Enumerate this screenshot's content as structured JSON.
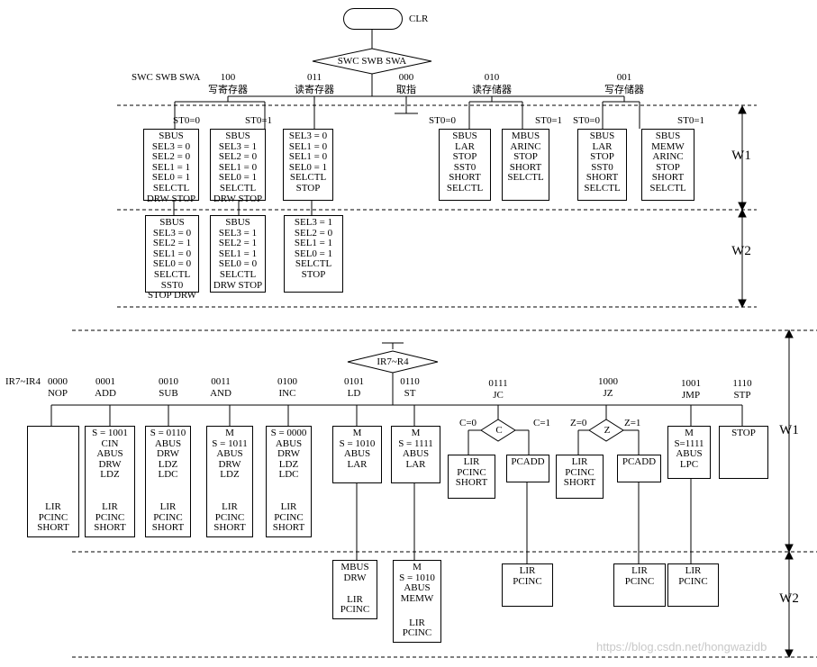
{
  "top": {
    "start_label": "CLR",
    "switch_label": "SWC SWB SWA",
    "header_label": "SWC  SWB  SWA",
    "codes": [
      {
        "code": "100",
        "name": "写寄存器"
      },
      {
        "code": "011",
        "name": "读寄存器"
      },
      {
        "code": "000",
        "name": "取指"
      },
      {
        "code": "010",
        "name": "读存储器"
      },
      {
        "code": "001",
        "name": "写存储器"
      }
    ],
    "branches": {
      "st0_0": "ST0=0",
      "st0_1": "ST0=1"
    },
    "w1_boxes": [
      [
        "SBUS",
        "SEL3 = 0",
        "SEL2 = 0",
        "SEL1 = 1",
        "SEL0 = 1",
        "SELCTL",
        "DRW STOP"
      ],
      [
        "SBUS",
        "SEL3 = 1",
        "SEL2 = 0",
        "SEL1 = 0",
        "SEL0 = 1",
        "SELCTL",
        "DRW STOP"
      ],
      [
        "SEL3 = 0",
        "SEL1 = 0",
        "SEL1 = 0",
        "SEL0 = 1",
        "SELCTL",
        "STOP"
      ],
      [
        "SBUS",
        "LAR",
        "STOP",
        "SST0",
        "SHORT",
        "SELCTL"
      ],
      [
        "MBUS",
        "ARINC",
        "STOP",
        "SHORT",
        "SELCTL"
      ],
      [
        "SBUS",
        "LAR",
        "STOP",
        "SST0",
        "SHORT",
        "SELCTL"
      ],
      [
        "SBUS",
        "MEMW",
        "ARINC",
        "STOP",
        "SHORT",
        "SELCTL"
      ]
    ],
    "w2_boxes": [
      [
        "SBUS",
        "SEL3 = 0",
        "SEL2 = 1",
        "SEL1 = 0",
        "SEL0 = 0",
        "SELCTL",
        "SST0",
        "STOP DRW"
      ],
      [
        "SBUS",
        "SEL3 = 1",
        "SEL2 = 1",
        "SEL1 = 1",
        "SEL0 = 0",
        "SELCTL",
        "DRW STOP"
      ],
      [
        "SEL3 = 1",
        "SEL2 = 0",
        "SEL1 = 1",
        "SEL0 = 1",
        "SELCTL",
        "STOP"
      ]
    ],
    "w1_label": "W1",
    "w2_label": "W2"
  },
  "bottom": {
    "decoder_label": "IR7~R4",
    "header_label": "IR7~IR4",
    "ops": [
      {
        "code": "0000",
        "name": "NOP"
      },
      {
        "code": "0001",
        "name": "ADD"
      },
      {
        "code": "0010",
        "name": "SUB"
      },
      {
        "code": "0011",
        "name": "AND"
      },
      {
        "code": "0100",
        "name": "INC"
      },
      {
        "code": "0101",
        "name": "LD"
      },
      {
        "code": "0110",
        "name": "ST"
      },
      {
        "code": "0111",
        "name": "JC"
      },
      {
        "code": "1000",
        "name": "JZ"
      },
      {
        "code": "1001",
        "name": "JMP"
      },
      {
        "code": "1110",
        "name": "STP"
      }
    ],
    "w1_boxes": {
      "nop": {
        "top": [],
        "bottom": [
          "LIR",
          "PCINC",
          "SHORT"
        ]
      },
      "add": {
        "top": [
          "S = 1001",
          "CIN",
          "ABUS",
          "DRW",
          "LDZ"
        ],
        "bottom": [
          "LIR",
          "PCINC",
          "SHORT"
        ]
      },
      "sub": {
        "top": [
          "S = 0110",
          "ABUS",
          "DRW",
          "LDZ",
          "LDC"
        ],
        "bottom": [
          "LIR",
          "PCINC",
          "SHORT"
        ]
      },
      "and": {
        "top": [
          "M",
          "S = 1011",
          "ABUS",
          "DRW",
          "LDZ"
        ],
        "bottom": [
          "LIR",
          "PCINC",
          "SHORT"
        ]
      },
      "inc": {
        "top": [
          "S = 0000",
          "ABUS",
          "DRW",
          "LDZ",
          "LDC"
        ],
        "bottom": [
          "LIR",
          "PCINC",
          "SHORT"
        ]
      },
      "ld": [
        "M",
        "S = 1010",
        "ABUS",
        "LAR"
      ],
      "st": [
        "M",
        "S = 1111",
        "ABUS",
        "LAR"
      ],
      "jc_c0": [
        "LIR",
        "PCINC",
        "SHORT"
      ],
      "jc_c1": [
        "PCADD"
      ],
      "jz_z0": [
        "LIR",
        "PCINC",
        "SHORT"
      ],
      "jz_z1": [
        "PCADD"
      ],
      "jmp": [
        "M",
        "S=1111",
        "ABUS",
        "LPC"
      ],
      "stp": [
        "STOP"
      ]
    },
    "w2_boxes": {
      "ld": {
        "top": [
          "MBUS",
          "DRW"
        ],
        "bottom": [
          "LIR",
          "PCINC"
        ]
      },
      "st": {
        "top": [
          "M",
          "S = 1010",
          "ABUS",
          "MEMW"
        ],
        "bottom": [
          "LIR",
          "PCINC"
        ]
      },
      "jc": [
        "LIR",
        "PCINC"
      ],
      "jz": [
        "LIR",
        "PCINC"
      ],
      "jmp": [
        "LIR",
        "PCINC"
      ]
    },
    "jc_cond": {
      "symbol": "C",
      "left": "C=0",
      "right": "C=1"
    },
    "jz_cond": {
      "symbol": "Z",
      "left": "Z=0",
      "right": "Z=1"
    },
    "w1_label": "W1",
    "w2_label": "W2"
  },
  "watermark": "https://blog.csdn.net/hongwazidb"
}
